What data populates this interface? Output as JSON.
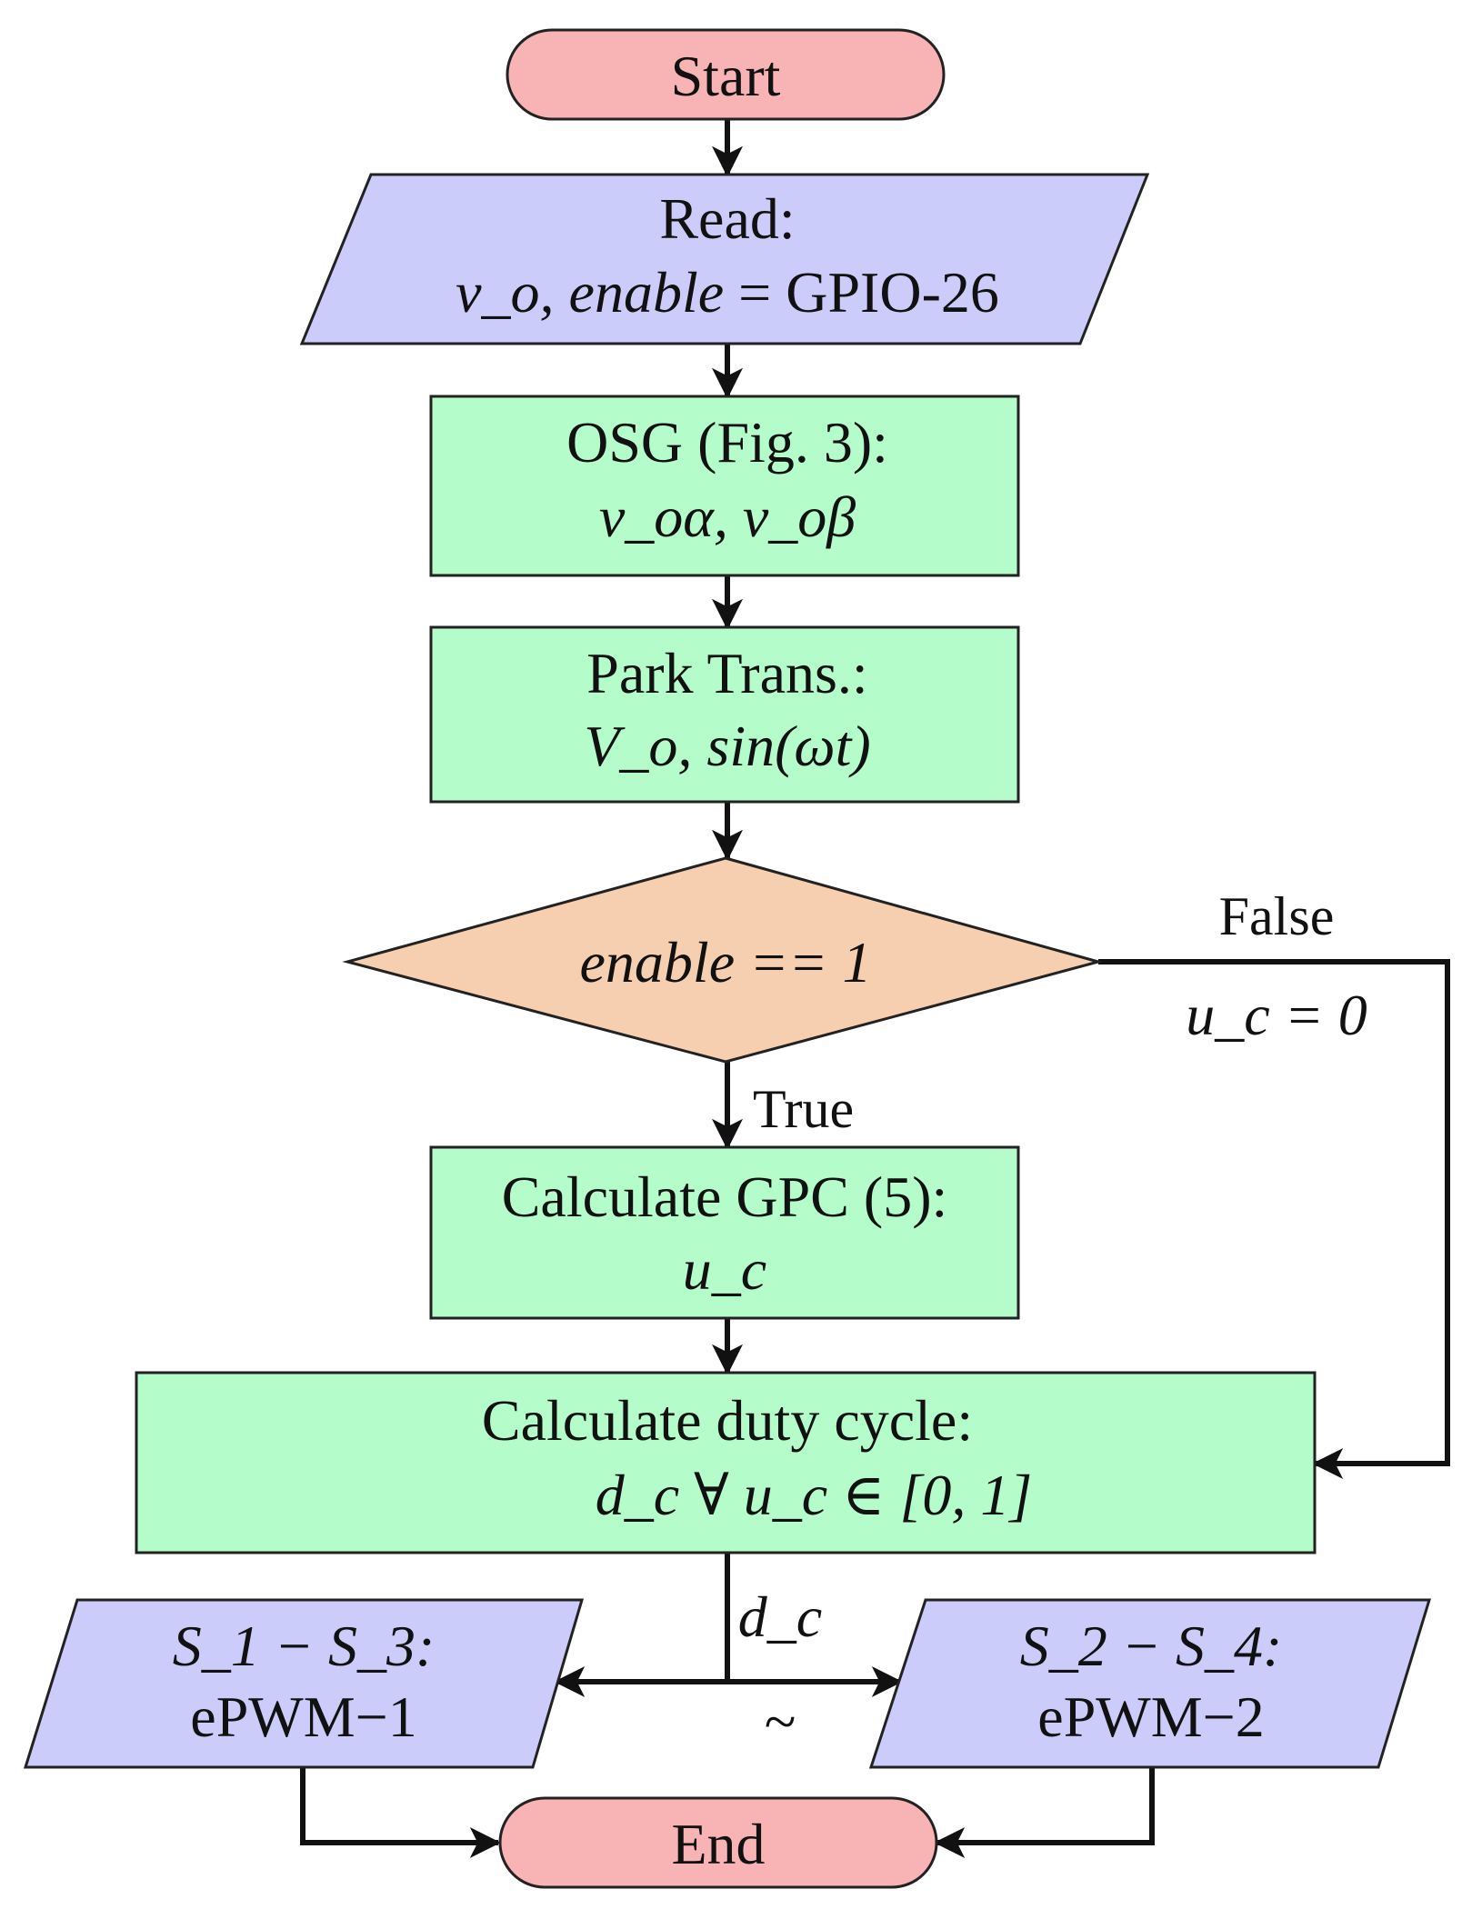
{
  "colors": {
    "terminal": "#f8b4b4",
    "io": "#ccccfb",
    "process": "#b4fcc9",
    "decision": "#f5cfb0",
    "line": "#111111"
  },
  "nodes": {
    "start": {
      "text": "Start"
    },
    "read": {
      "line1": "Read:",
      "line2_math": "v_o, enable",
      "line2_eq": " = ",
      "line2_text": "GPIO-26"
    },
    "osg": {
      "line1": "OSG (Fig. 3):",
      "line2": "v_oα, v_oβ"
    },
    "park": {
      "line1": "Park Trans.:",
      "line2": "V_o, sin(ωt)"
    },
    "decision": {
      "text": "enable == 1"
    },
    "gpc": {
      "line1": "Calculate GPC (5):",
      "line2": "u_c"
    },
    "duty": {
      "line1": "Calculate duty cycle:",
      "line2": "d_c  ∀ u_c ∈ [0, 1]"
    },
    "s13": {
      "line1": "S_1 − S_3:",
      "line2": "ePWM−1"
    },
    "s24": {
      "line1": "S_2 − S_4:",
      "line2": "ePWM−2"
    },
    "end": {
      "text": "End"
    }
  },
  "edge_labels": {
    "false": "False",
    "true": "True",
    "uc_zero": "u_c = 0",
    "dc": "d_c",
    "tilde": "~"
  }
}
